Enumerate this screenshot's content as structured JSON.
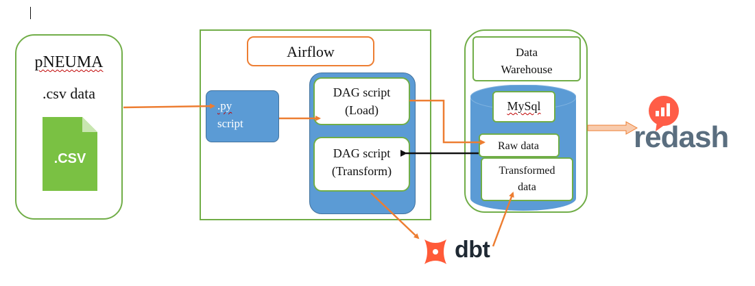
{
  "source": {
    "title": "pNEUMA",
    "subtitle": ".csv data",
    "file_icon_label": ".CSV"
  },
  "airflow": {
    "title": "Airflow",
    "py_script_line1": ".py",
    "py_script_line2": "script",
    "dag_load_line1": "DAG script",
    "dag_load_line2": "(Load)",
    "dag_transform_line1": "DAG script",
    "dag_transform_line2": "(Transform)"
  },
  "warehouse": {
    "title_line1": "Data",
    "title_line2": "Warehouse",
    "mysql": "MySql",
    "raw": "Raw data",
    "transformed_line1": "Transformed",
    "transformed_line2": "data"
  },
  "logos": {
    "dbt": "dbt",
    "redash_left": "re",
    "redash_right": "dash"
  },
  "colors": {
    "green_border": "#70ad47",
    "orange": "#ed7d31",
    "blue": "#5b9bd5",
    "file_green": "#7ac143",
    "redash_gray": "#5a6e7f",
    "redash_red": "#ff5d47"
  }
}
